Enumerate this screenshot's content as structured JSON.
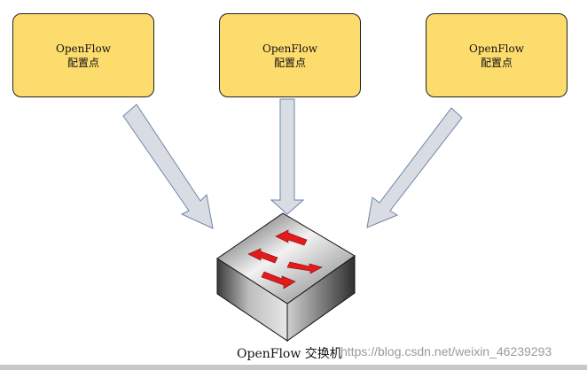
{
  "nodes": [
    {
      "line1": "OpenFlow",
      "line2": "配置点"
    },
    {
      "line1": "OpenFlow",
      "line2": "配置点"
    },
    {
      "line1": "OpenFlow",
      "line2": "配置点"
    }
  ],
  "switch": {
    "caption": "OpenFlow 交换机"
  },
  "watermark": "https://blog.csdn.net/weixin_46239293",
  "colors": {
    "node_fill": "#fddc6e",
    "arrow_fill": "#d9dde3",
    "arrow_stroke": "#6b86a8",
    "switch_arrow": "#e31b1b"
  }
}
